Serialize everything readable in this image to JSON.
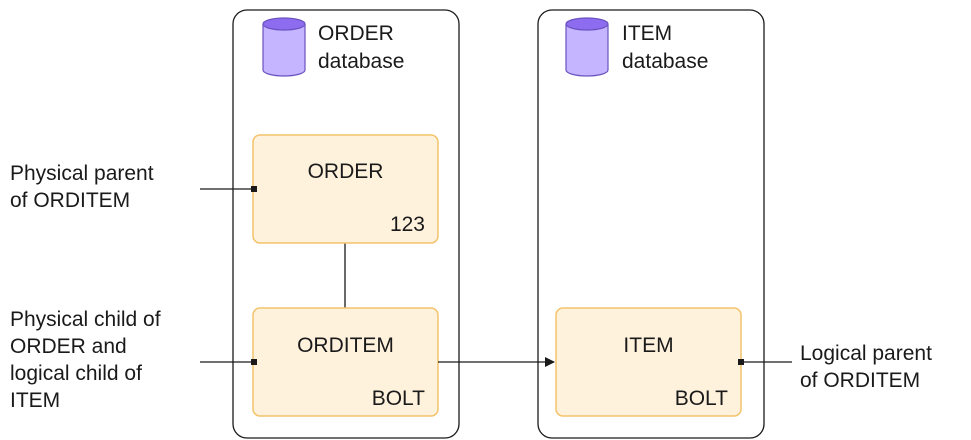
{
  "databases": [
    {
      "name_line1": "ORDER",
      "name_line2": "database"
    },
    {
      "name_line1": "ITEM",
      "name_line2": "database"
    }
  ],
  "segments": {
    "order": {
      "name": "ORDER",
      "key": "123"
    },
    "orditem": {
      "name": "ORDITEM",
      "key": "BOLT"
    },
    "item": {
      "name": "ITEM",
      "key": "BOLT"
    }
  },
  "annotations": {
    "physical_parent": "Physical parent\nof ORDITEM",
    "physical_child": "Physical child of\nORDER and\nlogical child of\nITEM",
    "logical_parent": "Logical parent\nof ORDITEM"
  },
  "colors": {
    "container_border": "#1a1a1a",
    "segment_fill": "#fff2dd",
    "segment_border": "#f4c36b",
    "cylinder_fill": "#c5b4ff",
    "cylinder_top": "#8e6cf0",
    "cylinder_stroke": "#6a52c0",
    "line": "#1a1a1a"
  },
  "icons": [
    "database-cylinder-icon",
    "database-cylinder-icon"
  ]
}
